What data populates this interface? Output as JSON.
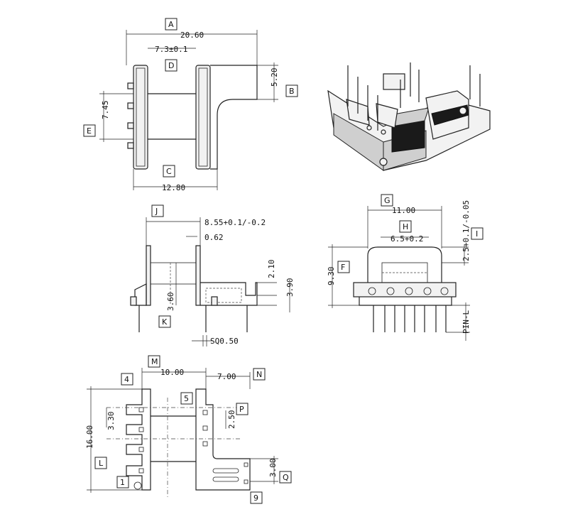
{
  "top_view": {
    "label_a": "A",
    "dim_a": "20.60",
    "dim_d": "7.3±0.1",
    "label_d": "D",
    "dim_b": "5.20",
    "label_b": "B",
    "dim_e": "7.45",
    "label_e": "E",
    "label_c": "C",
    "dim_c": "12.80"
  },
  "front_view": {
    "label_j": "J",
    "dim_j": "8.55+0.1/-0.2",
    "dim_062": "0.62",
    "dim_210": "2.10",
    "dim_390": "3.90",
    "dim_360": "3.60",
    "label_k": "K",
    "dim_sq": "SQ0.50"
  },
  "side_view": {
    "label_g": "G",
    "dim_g": "11.00",
    "label_h": "H",
    "dim_h": "6.5+0.2",
    "dim_f": "9.30",
    "label_f": "F",
    "dim_i": "2.5+0.1/-0.05",
    "label_i": "I",
    "dim_pinl": "PIN-L"
  },
  "bottom_view": {
    "label_m": "M",
    "dim_m": "10.00",
    "dim_n": "7.00",
    "label_n": "N",
    "pin_4": "4",
    "pin_5": "5",
    "pin_1": "1",
    "pin_9": "9",
    "dim_l": "16.00",
    "label_l": "L",
    "dim_330": "3.30",
    "dim_p": "2.50",
    "label_p": "P",
    "dim_q": "3.00",
    "label_q": "Q"
  }
}
